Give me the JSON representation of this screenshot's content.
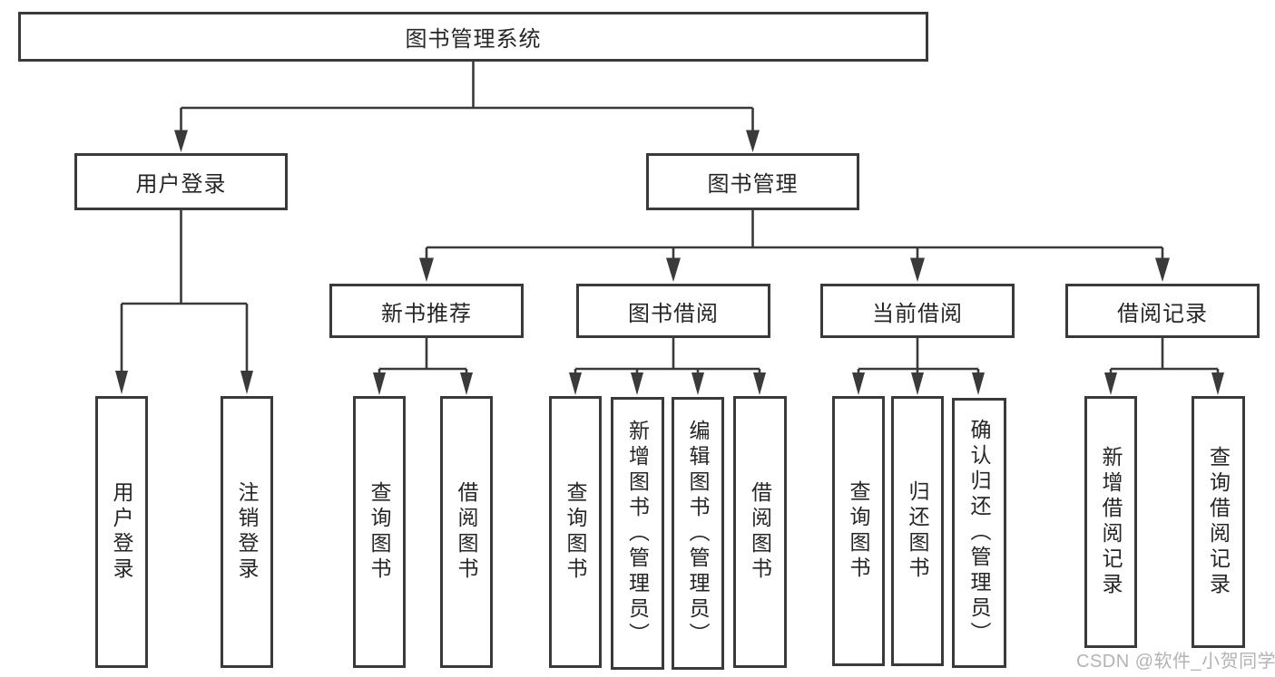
{
  "tree": {
    "root_label": "图书管理系统",
    "branches": [
      {
        "label": "用户登录",
        "children": [
          {
            "label": "用户登录"
          },
          {
            "label": "注销登录"
          }
        ]
      },
      {
        "label": "图书管理",
        "children": [
          {
            "label": "新书推荐",
            "children": [
              {
                "label": "查询图书"
              },
              {
                "label": "借阅图书"
              }
            ]
          },
          {
            "label": "图书借阅",
            "children": [
              {
                "label": "查询图书"
              },
              {
                "label": "新增图书（管理员）"
              },
              {
                "label": "编辑图书（管理员）"
              },
              {
                "label": "借阅图书"
              }
            ]
          },
          {
            "label": "当前借阅",
            "children": [
              {
                "label": "查询图书"
              },
              {
                "label": "归还图书"
              },
              {
                "label": "确认归还（管理员）"
              }
            ]
          },
          {
            "label": "借阅记录",
            "children": [
              {
                "label": "新增借阅记录"
              },
              {
                "label": "查询借阅记录"
              }
            ]
          }
        ]
      }
    ]
  },
  "watermark": {
    "text": "CSDN @软件_小贺同学",
    "color": "#b3b3b3"
  },
  "colors": {
    "line": "#3a3a3a",
    "box_border": "#3a3a3a",
    "text": "#262626",
    "background": "#ffffff"
  }
}
